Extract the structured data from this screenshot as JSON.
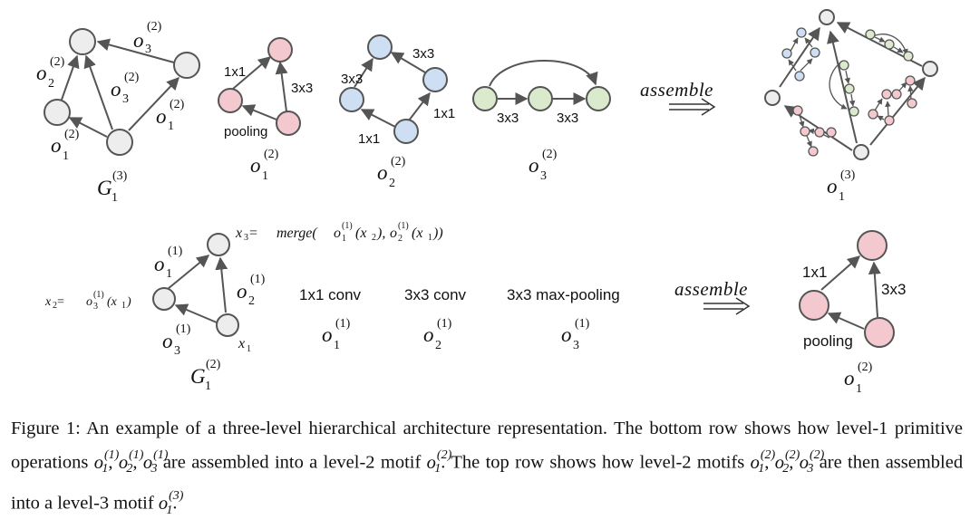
{
  "figure": {
    "top_row": {
      "g13": {
        "name": "G",
        "index": "1",
        "level": "(3)",
        "edge_labels": [
          {
            "op": "o",
            "index": "3",
            "level": "(2)"
          },
          {
            "op": "o",
            "index": "2",
            "level": "(2)"
          },
          {
            "op": "o",
            "index": "3",
            "level": "(2)"
          },
          {
            "op": "o",
            "index": "1",
            "level": "(2)"
          },
          {
            "op": "o",
            "index": "1",
            "level": "(2)"
          }
        ]
      },
      "motif_o1": {
        "edges": [
          "1x1",
          "3x3",
          "pooling"
        ],
        "label": {
          "op": "o",
          "index": "1",
          "level": "(2)"
        }
      },
      "motif_o2": {
        "edges": [
          "3x3",
          "3x3",
          "1x1",
          "1x1"
        ],
        "label": {
          "op": "o",
          "index": "2",
          "level": "(2)"
        }
      },
      "motif_o3": {
        "edges": [
          "3x3",
          "3x3"
        ],
        "label": {
          "op": "o",
          "index": "3",
          "level": "(2)"
        }
      },
      "assemble": "assemble",
      "result": {
        "op": "o",
        "index": "1",
        "level": "(3)"
      }
    },
    "bottom_row": {
      "g12": {
        "name": "G",
        "index": "1",
        "level": "(2)",
        "edge_labels": [
          {
            "op": "o",
            "index": "1",
            "level": "(1)"
          },
          {
            "op": "o",
            "index": "2",
            "level": "(1)"
          },
          {
            "op": "o",
            "index": "3",
            "level": "(1)"
          }
        ],
        "x1": {
          "name": "x",
          "index": "1"
        },
        "x2_formula": {
          "lhs": "x",
          "lhs_index": "2",
          "eq": " = ",
          "fn": "o",
          "fn_index": "3",
          "fn_level": "(1)",
          "arg": "(x",
          "arg_index": "1",
          "close": ")"
        },
        "x3_formula": {
          "lhs": "x",
          "lhs_index": "3",
          "eq": " = ",
          "merge": "merge(",
          "a_fn": "o",
          "a_index": "1",
          "a_level": "(1)",
          "a_arg": "(x",
          "a_arg_index": "2",
          "a_close": "), ",
          "b_fn": "o",
          "b_index": "2",
          "b_level": "(1)",
          "b_arg": "(x",
          "b_arg_index": "1",
          "b_close": "))"
        }
      },
      "primitives": [
        {
          "name": "1x1 conv",
          "op": "o",
          "index": "1",
          "level": "(1)"
        },
        {
          "name": "3x3 conv",
          "op": "o",
          "index": "2",
          "level": "(1)"
        },
        {
          "name": "3x3 max-pooling",
          "op": "o",
          "index": "3",
          "level": "(1)"
        }
      ],
      "assemble": "assemble",
      "result": {
        "edges": [
          "1x1",
          "3x3",
          "pooling"
        ],
        "label": {
          "op": "o",
          "index": "1",
          "level": "(2)"
        }
      }
    },
    "colors": {
      "node_gray": "#ededed",
      "node_pink": "#f3c8cf",
      "node_blue": "#cfdff3",
      "node_green": "#dbe9cc",
      "stroke": "#555555"
    }
  },
  "caption": {
    "lead": "Figure 1:",
    "s1": "An example of a three-level hierarchical architecture representation. The bottom row shows how level-1 primitive operations",
    "s2": "are assembled into a level-2 motif",
    "s3": ". The top row shows how level-2 motifs",
    "s4": "are then assembled into a level-3 motif",
    "end": ".",
    "sep": ",",
    "op": "o",
    "idx1": "1",
    "idx2": "2",
    "idx3": "3",
    "lvl1": "(1)",
    "lvl2": "(2)",
    "lvl3": "(3)"
  }
}
